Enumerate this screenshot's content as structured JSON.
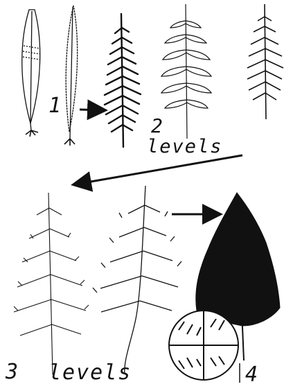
{
  "labels": {
    "one": "1",
    "two": "2",
    "two_levels": "levels",
    "three": "3",
    "three_levels": "levels",
    "four": "4"
  },
  "colors": {
    "ink": "#111111",
    "paper": "#ffffff"
  },
  "icons": [
    "simple-leaf-icon",
    "pinnate-frond-icon",
    "bipinnate-frond-icon",
    "tripinnate-frond-icon",
    "magnifier-detail-icon",
    "arrow-icon"
  ]
}
